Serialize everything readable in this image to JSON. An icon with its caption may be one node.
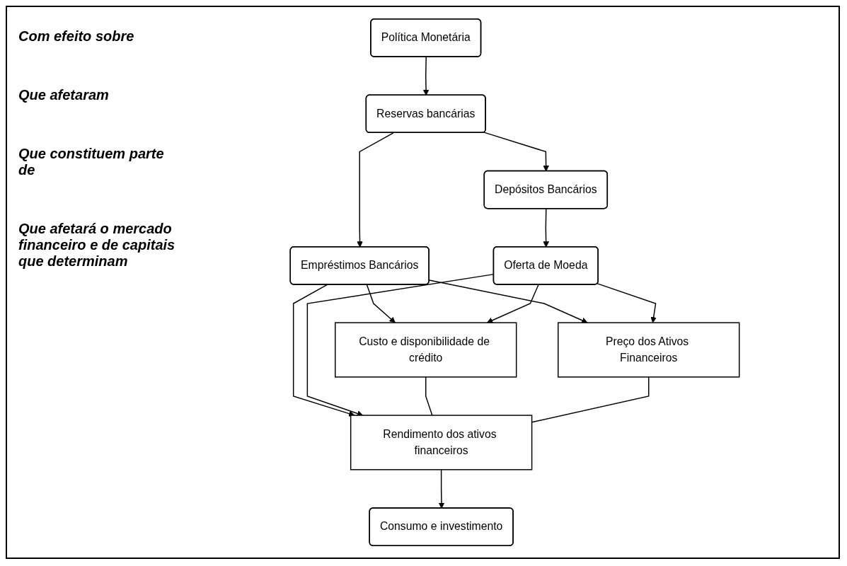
{
  "diagram": {
    "nodes": [
      {
        "text": [
          "Política Monetária"
        ]
      },
      {
        "text": [
          "Reservas bancárias"
        ]
      },
      {
        "text": [
          "Empréstimos Bancários"
        ]
      },
      {
        "text": [
          "Depósitos Bancários"
        ]
      },
      {
        "text": [
          "Oferta de Moeda"
        ]
      },
      {
        "text": [
          "Custo e disponibilidade de crédito"
        ]
      },
      {
        "text": [
          "Preço dos Ativos Financeiros"
        ]
      },
      {
        "text": [
          "Rendimento dos ativos financeiros"
        ]
      },
      {
        "text": [
          "Consumo e investimento"
        ]
      }
    ],
    "edges": [
      {
        "from": 0,
        "to": 1,
        "arrow": "to"
      },
      {
        "from": 1,
        "to": 2,
        "arrow": "to"
      },
      {
        "from": 1,
        "to": 3,
        "arrow": "to"
      },
      {
        "from": 3,
        "to": 4,
        "arrow": "to"
      },
      {
        "from": 2,
        "to": 5,
        "arrow": "to"
      },
      {
        "from": 2,
        "to": 7,
        "arrow": "to"
      },
      {
        "from": 2,
        "to": 6,
        "arrow": "to"
      },
      {
        "from": 4,
        "to": 5,
        "arrow": "to"
      },
      {
        "from": 4,
        "to": 7,
        "arrow": "to"
      },
      {
        "from": 4,
        "to": 6,
        "arrow": "to"
      },
      {
        "from": 5,
        "to": 7,
        "arrow": "none"
      },
      {
        "from": 6,
        "to": 7,
        "arrow": "none"
      },
      {
        "from": 7,
        "to": 8,
        "arrow": "to"
      }
    ],
    "labels": [
      "Com efeito sobre",
      "Que afetaram",
      "Que constituem parte de",
      "Que afetará o mercado financeiro e de capitais que determinam"
    ]
  }
}
